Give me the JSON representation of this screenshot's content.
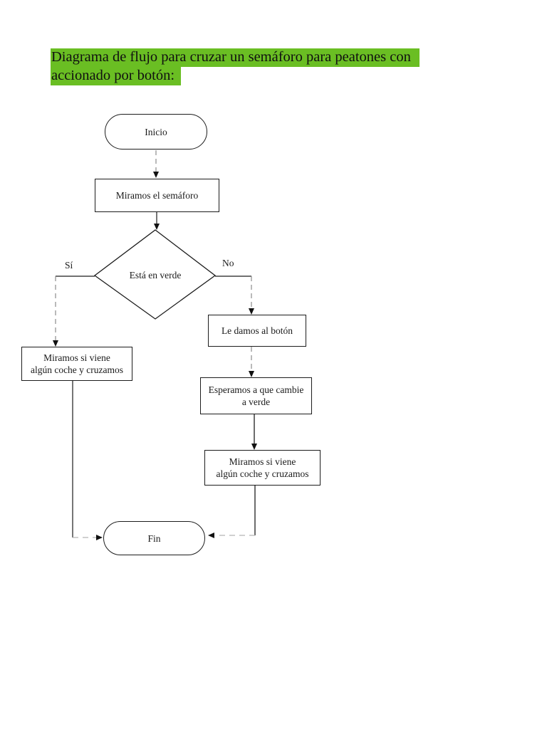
{
  "title": {
    "full": "Diagrama de flujo para cruzar un semáforo para peatones con accionado por botón:",
    "line1": "Diagrama de flujo para cruzar un semáforo para peatones con",
    "line2": "accionado por botón:",
    "highlight_color": "#6abe23",
    "text_color": "#101010"
  },
  "flowchart": {
    "type": "flowchart",
    "nodes": {
      "inicio": {
        "shape": "terminator",
        "label": "Inicio"
      },
      "miramos_semaforo": {
        "shape": "process",
        "label": "Miramos el semáforo"
      },
      "esta_en_verde": {
        "shape": "decision",
        "label": "Está en verde"
      },
      "miramos_cruzamos_si": {
        "shape": "process",
        "line1": "Miramos si viene",
        "line2": "algún coche y cruzamos"
      },
      "le_damos_boton": {
        "shape": "process",
        "label": "Le damos al botón"
      },
      "esperamos_cambie": {
        "shape": "process",
        "line1": "Esperamos a que cambie",
        "line2": "a verde"
      },
      "miramos_cruzamos_no": {
        "shape": "process",
        "line1": "Miramos si viene",
        "line2": "algún coche y cruzamos"
      },
      "fin": {
        "shape": "terminator",
        "label": "Fin"
      }
    },
    "branch_labels": {
      "yes": "Sí",
      "no": "No"
    },
    "edges": [
      "Inicio -> Miramos el semáforo",
      "Miramos el semáforo -> Está en verde",
      "Está en verde -(Sí)-> Miramos si viene algún coche y cruzamos",
      "Está en verde -(No)-> Le damos al botón",
      "Le damos al botón -> Esperamos a que cambie a verde",
      "Esperamos a que cambie a verde -> Miramos si viene algún coche y cruzamos",
      "Miramos si viene algún coche y cruzamos (Sí) -> Fin",
      "Miramos si viene algún coche y cruzamos (No) -> Fin"
    ],
    "colors": {
      "stroke": "#1c1c1c",
      "dash": "#8c8c8c",
      "dash_light": "#b3b3b3",
      "node_fill": "#ffffff"
    }
  }
}
